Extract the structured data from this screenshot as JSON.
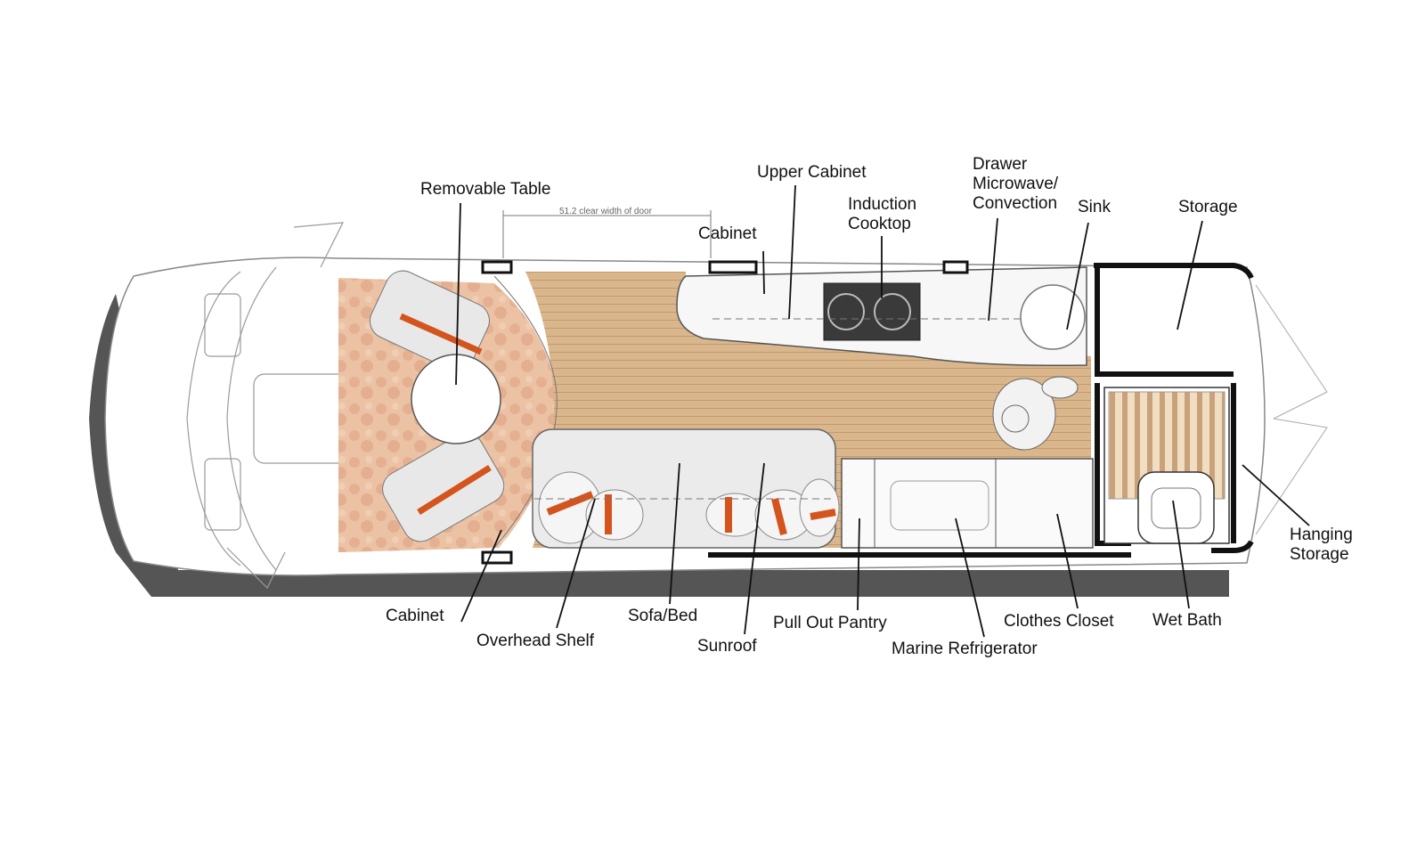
{
  "diagram": {
    "dimension_note": "51.2 clear width of door",
    "labels": {
      "removable_table": "Removable Table",
      "upper_cabinet": "Upper Cabinet",
      "induction_cooktop_1": "Induction",
      "induction_cooktop_2": "Cooktop",
      "drawer": "Drawer",
      "microwave": "Microwave/",
      "convection": "Convection",
      "sink": "Sink",
      "storage": "Storage",
      "cabinet_top": "Cabinet",
      "hanging_storage_1": "Hanging",
      "hanging_storage_2": "Storage",
      "cabinet_bottom": "Cabinet",
      "overhead_shelf": "Overhead Shelf",
      "sofa_bed": "Sofa/Bed",
      "sunroof": "Sunroof",
      "pull_out_pantry": "Pull Out Pantry",
      "marine_refrigerator": "Marine Refrigerator",
      "clothes_closet": "Clothes Closet",
      "wet_bath": "Wet Bath"
    },
    "colors": {
      "floor_wood": "#d8b48a",
      "cab_carpet": "#e8b89a",
      "seat_stripe": "#d4541e",
      "shadow": "#555555",
      "wall": "#111111"
    }
  }
}
